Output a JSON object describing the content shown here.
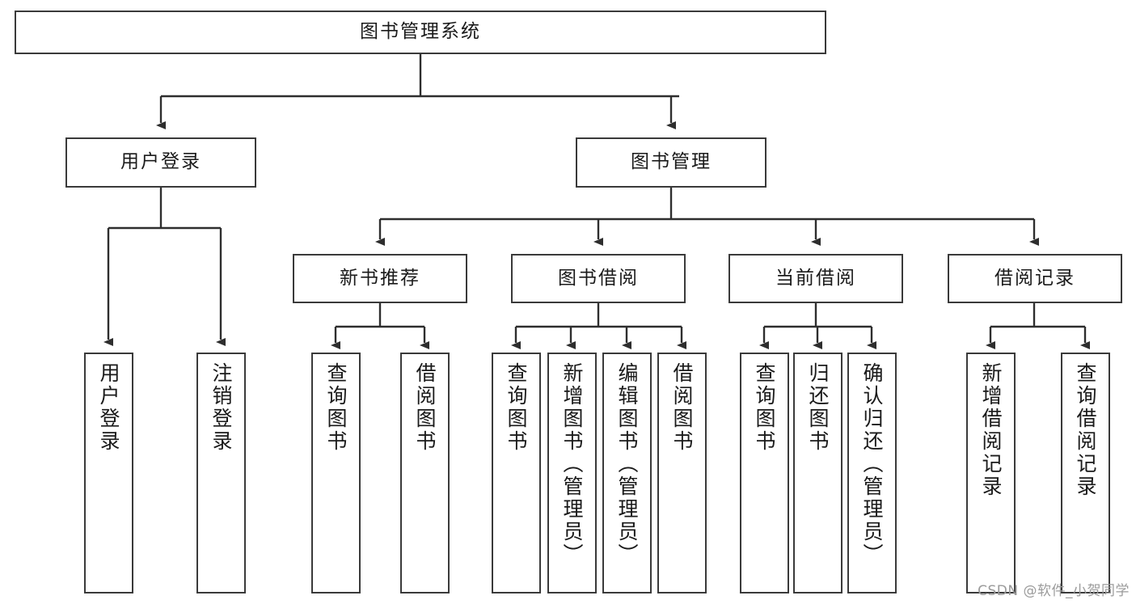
{
  "diagram": {
    "type": "hierarchy-tree",
    "title": "图书管理系统",
    "orientation": "top-down",
    "root": {
      "id": "root",
      "label": "图书管理系统"
    },
    "level2": [
      {
        "id": "user-login",
        "label": "用户登录"
      },
      {
        "id": "book-management",
        "label": "图书管理"
      }
    ],
    "level3": [
      {
        "id": "new-book-recommend",
        "label": "新书推荐",
        "parent": "book-management"
      },
      {
        "id": "book-borrow",
        "label": "图书借阅",
        "parent": "book-management"
      },
      {
        "id": "current-borrow",
        "label": "当前借阅",
        "parent": "book-management"
      },
      {
        "id": "borrow-record",
        "label": "借阅记录",
        "parent": "book-management"
      }
    ],
    "leaves": [
      {
        "id": "leaf-user-login",
        "label": "用户登录",
        "parent": "user-login"
      },
      {
        "id": "leaf-logout-login",
        "label": "注销登录",
        "parent": "user-login"
      },
      {
        "id": "leaf-query-book-1",
        "label": "查询图书",
        "parent": "new-book-recommend"
      },
      {
        "id": "leaf-borrow-book-1",
        "label": "借阅图书",
        "parent": "new-book-recommend"
      },
      {
        "id": "leaf-query-book-2",
        "label": "查询图书",
        "parent": "book-borrow"
      },
      {
        "id": "leaf-add-book",
        "label": "新增图书（管理员）",
        "parent": "book-borrow"
      },
      {
        "id": "leaf-edit-book",
        "label": "编辑图书（管理员）",
        "parent": "book-borrow"
      },
      {
        "id": "leaf-borrow-book-2",
        "label": "借阅图书",
        "parent": "book-borrow"
      },
      {
        "id": "leaf-query-book-3",
        "label": "查询图书",
        "parent": "current-borrow"
      },
      {
        "id": "leaf-return-book",
        "label": "归还图书",
        "parent": "current-borrow"
      },
      {
        "id": "leaf-confirm-return",
        "label": "确认归还（管理员）",
        "parent": "current-borrow"
      },
      {
        "id": "leaf-add-record",
        "label": "新增借阅记录",
        "parent": "borrow-record"
      },
      {
        "id": "leaf-query-record",
        "label": "查询借阅记录",
        "parent": "borrow-record"
      }
    ]
  },
  "watermark": {
    "text": "CSDN @软件_小贺同学"
  },
  "colors": {
    "border": "#3a3a3a",
    "text": "#1a1a1a",
    "background": "#ffffff",
    "watermark": "#9b9b9b"
  }
}
